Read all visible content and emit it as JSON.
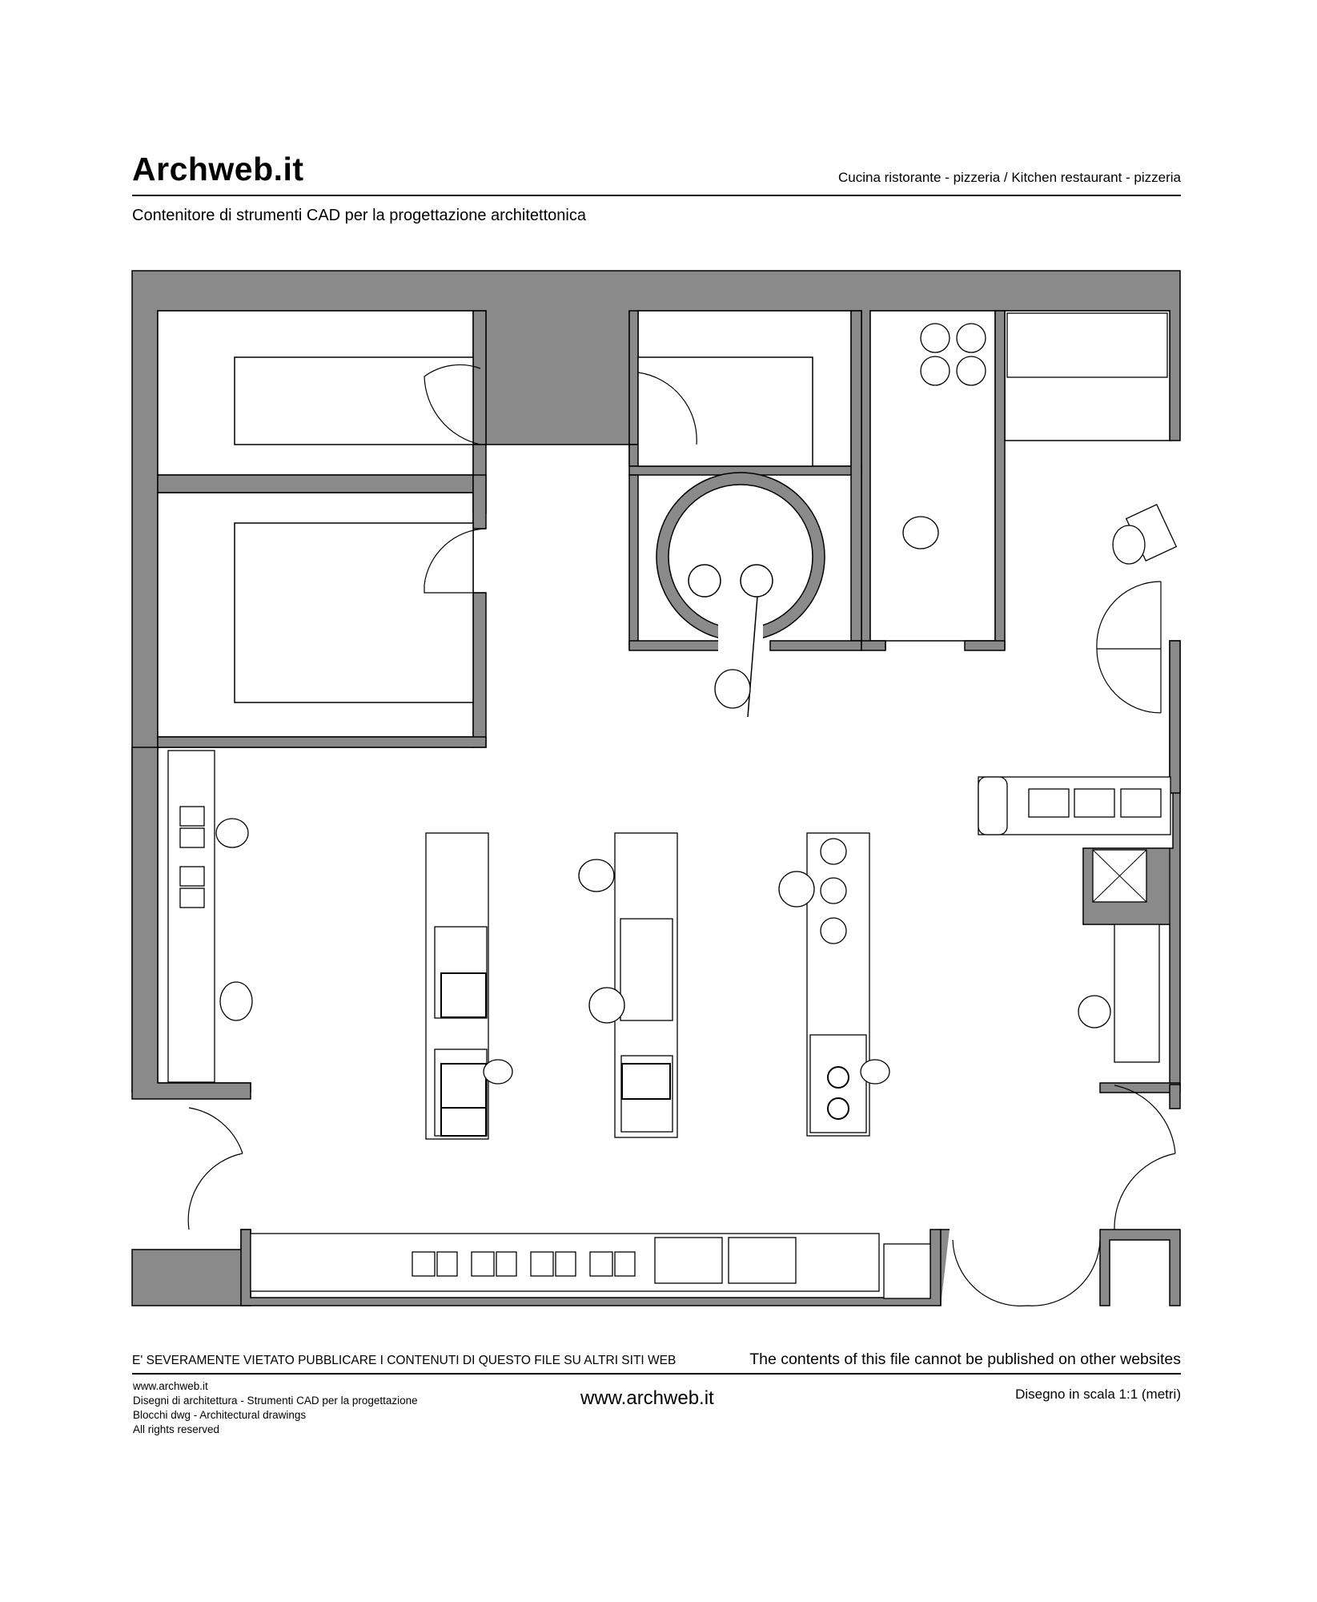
{
  "header": {
    "logo": "Archweb.it",
    "title": "Cucina ristorante - pizzeria  /  Kitchen restaurant - pizzeria",
    "subtitle": "Contenitore di strumenti CAD per la progettazione architettonica"
  },
  "footer": {
    "warning_it": "E' SEVERAMENTE VIETATO PUBBLICARE I CONTENUTI DI QUESTO FILE SU ALTRI SITI WEB",
    "warning_en": "The contents of this file cannot be published on other websites",
    "info_lines": [
      "www.archweb.it",
      "Disegni di architettura - Strumenti CAD  per la progettazione",
      "Blocchi dwg - Architectural drawings",
      "All rights reserved"
    ],
    "website": "www.archweb.it",
    "scale": "Disegno in scala 1:1 (metri)"
  },
  "colors": {
    "wall": "#8a8a8a",
    "line": "#000000",
    "background": "#ffffff"
  },
  "icons": [
    "wall-fill",
    "door-swing",
    "pizza-oven",
    "burner-icon",
    "sink-icon",
    "person-icon"
  ]
}
